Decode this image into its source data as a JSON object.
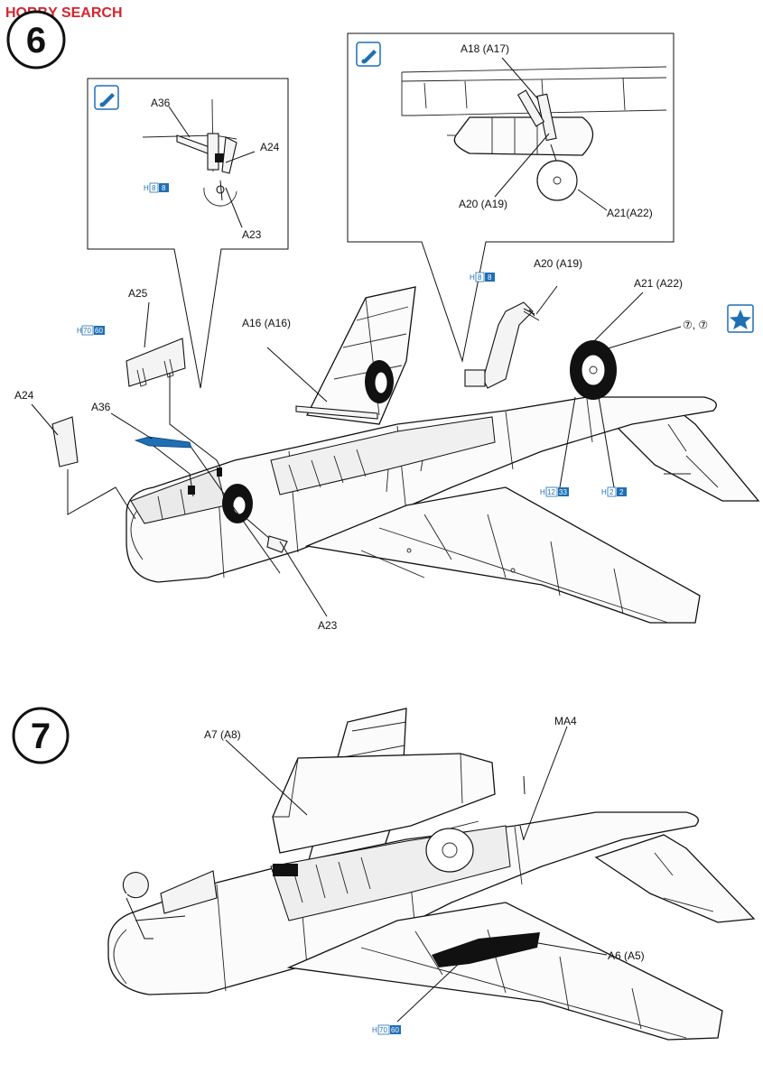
{
  "watermark": {
    "text": "HOBBY SEARCH",
    "color_red": "#d9232e",
    "color_gray": "#9a9a9a"
  },
  "accent_blue": "#1f6fb5",
  "steps": [
    {
      "number": "6"
    },
    {
      "number": "7"
    }
  ],
  "labels": {
    "a36_top": "A36",
    "a24_top": "A24",
    "a23_top": "A23",
    "a18": "A18 (A17)",
    "a20_box": "A20 (A19)",
    "a21_box": "A21(A22)",
    "a20": "A20 (A19)",
    "a21": "A21 (A22)",
    "decal_ref": "⑦, ⑦",
    "a25": "A25",
    "a16": "A16 (A16)",
    "a24": "A24",
    "a36": "A36",
    "a23": "A23",
    "a7": "A7 (A8)",
    "ma4": "MA4",
    "a6": "A6 (A5)"
  },
  "paint_badges": [
    {
      "id": "b_box1",
      "prefix": "H",
      "a": "8",
      "b": "8",
      "a_filled": false
    },
    {
      "id": "b_box2",
      "prefix": "H",
      "a": "8",
      "b": "8",
      "a_filled": false
    },
    {
      "id": "b_a25",
      "prefix": "H",
      "a": "70",
      "b": "60",
      "a_filled": false
    },
    {
      "id": "b_wheel1",
      "prefix": "H",
      "a": "12",
      "b": "33",
      "a_filled": false
    },
    {
      "id": "b_wheel2",
      "prefix": "H",
      "a": "2",
      "b": "2",
      "a_filled": false
    },
    {
      "id": "b_step7",
      "prefix": "H",
      "a": "70",
      "b": "60",
      "a_filled": false
    }
  ]
}
